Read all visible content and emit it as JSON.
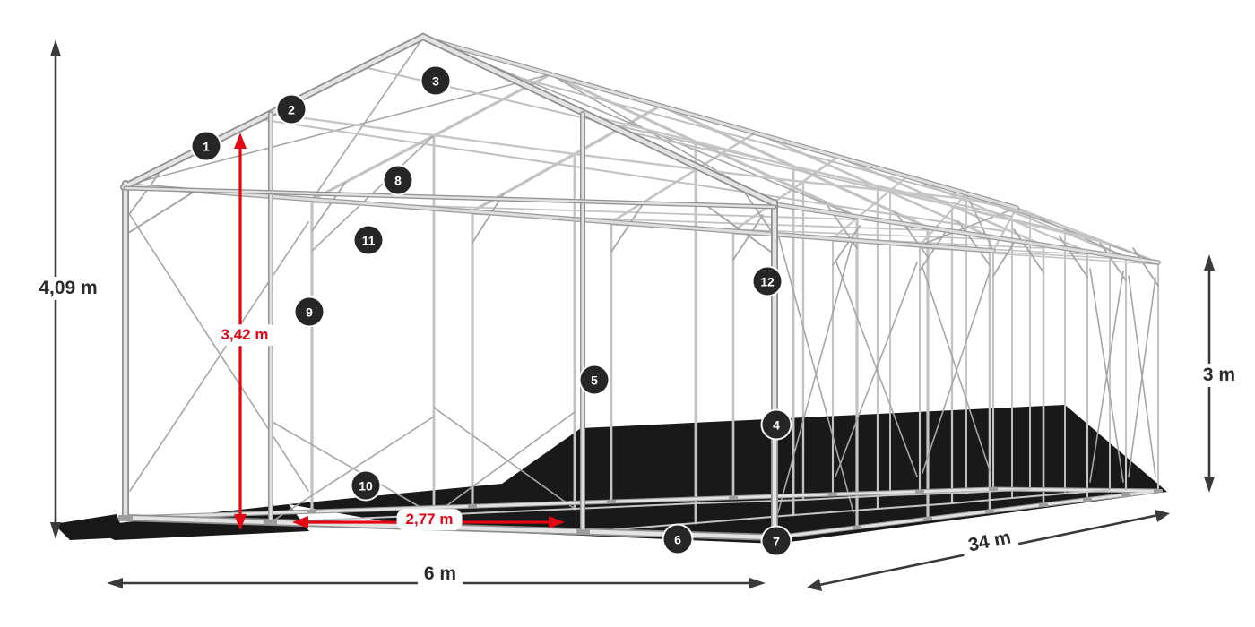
{
  "badges": [
    "1",
    "2",
    "3",
    "4",
    "5",
    "6",
    "7",
    "8",
    "9",
    "10",
    "11",
    "12"
  ],
  "dimensions": {
    "overall_height": "4,09 m",
    "inner_height": "3,42 m",
    "side_height": "3 m",
    "inner_width": "2,77 m",
    "width": "6 m",
    "length": "34 m"
  },
  "colors": {
    "accent_red": "#e30613",
    "frame_light": "#dedede",
    "frame_dark": "#9b9b9b",
    "badge_background": "#262626",
    "badge_text": "#ffffff",
    "dimension_text": "#2b2b2b",
    "shadow": "#050505"
  }
}
